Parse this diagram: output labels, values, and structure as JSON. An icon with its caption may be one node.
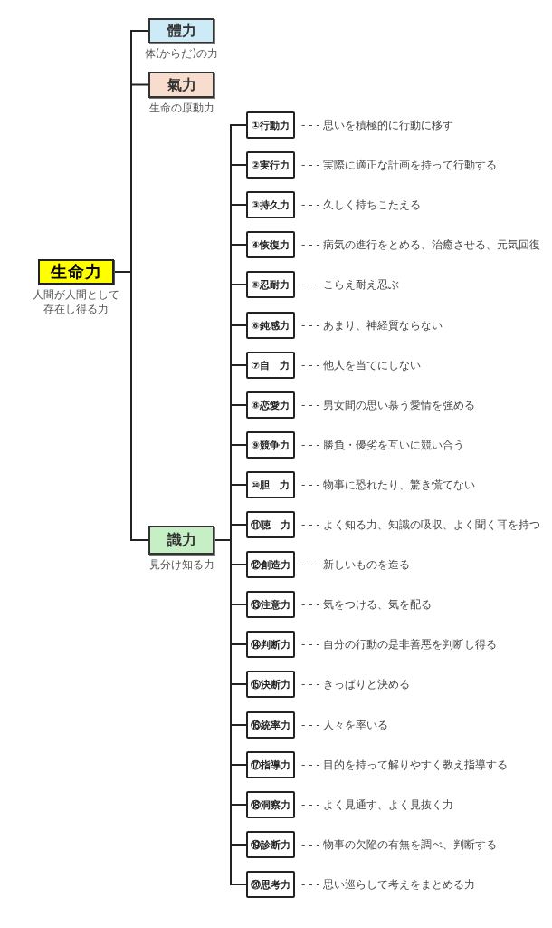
{
  "diagram": {
    "nodes": [
      {
        "text": [
          "生命力"
        ],
        "beside": [
          "人間が人間として存在し得る力"
        ]
      },
      {
        "text": [
          "體力"
        ],
        "beside": [
          "体(からだ)の力"
        ]
      },
      {
        "text": [
          "氣力"
        ],
        "beside": [
          "生命の原動力"
        ]
      },
      {
        "text": [
          "識力"
        ],
        "beside": [
          "見分け知る力"
        ]
      },
      {
        "text": [
          "①行動力"
        ],
        "beside": [
          "- - - 思いを積極的に行動に移す"
        ]
      },
      {
        "text": [
          "②実行力"
        ],
        "beside": [
          "- - - 実際に適正な計画を持って行動する"
        ]
      },
      {
        "text": [
          "③持久力"
        ],
        "beside": [
          "- - - 久しく持ちこたえる"
        ]
      },
      {
        "text": [
          "④恢復力"
        ],
        "beside": [
          "- - - 病気の進行をとめる、治癒させる、元気回復"
        ]
      },
      {
        "text": [
          "⑤忍耐力"
        ],
        "beside": [
          "- - - こらえ耐え忍ぶ"
        ]
      },
      {
        "text": [
          "⑥鈍感力"
        ],
        "beside": [
          "- - - あまり、神経質ならない"
        ]
      },
      {
        "text": [
          "⑦自　力"
        ],
        "beside": [
          "- - - 他人を当てにしない"
        ]
      },
      {
        "text": [
          "⑧恋愛力"
        ],
        "beside": [
          "- - - 男女間の思い慕う愛情を強める"
        ]
      },
      {
        "text": [
          "⑨競争力"
        ],
        "beside": [
          "- - - 勝負・優劣を互いに競い合う"
        ]
      },
      {
        "text": [
          "⑩胆　力"
        ],
        "beside": [
          "- - - 物事に恐れたり、驚き慌てない"
        ]
      },
      {
        "text": [
          "⑪聴　力"
        ],
        "beside": [
          "- - - よく知る力、知識の吸収、よく聞く耳を持つ"
        ]
      },
      {
        "text": [
          "⑫創造力"
        ],
        "beside": [
          "- - - 新しいものを造る"
        ]
      },
      {
        "text": [
          "⑬注意力"
        ],
        "beside": [
          "- - - 気をつける、気を配る"
        ]
      },
      {
        "text": [
          "⑭判断力"
        ],
        "beside": [
          "- - - 自分の行動の是非善悪を判断し得る"
        ]
      },
      {
        "text": [
          "⑮決断力"
        ],
        "beside": [
          "- - - きっぱりと決める"
        ]
      },
      {
        "text": [
          "⑯統率力"
        ],
        "beside": [
          "- - - 人々を率いる"
        ]
      },
      {
        "text": [
          "⑰指導力"
        ],
        "beside": [
          "- - - 目的を持って解りやすく教え指導する"
        ]
      },
      {
        "text": [
          "⑱洞察力"
        ],
        "beside": [
          "- - - よく見通す、よく見抜く力"
        ]
      },
      {
        "text": [
          "⑲診断力"
        ],
        "beside": [
          "- - - 物事の欠陥の有無を調べ、判断する"
        ]
      },
      {
        "text": [
          "⑳思考力"
        ],
        "beside": [
          "- - - 思い巡らして考えをまとめる力"
        ]
      }
    ],
    "edges": [
      {
        "from": 0,
        "to": 1,
        "arrow": "none"
      },
      {
        "from": 0,
        "to": 2,
        "arrow": "none"
      },
      {
        "from": 0,
        "to": 3,
        "arrow": "none"
      },
      {
        "from": 3,
        "to": 4,
        "arrow": "none"
      },
      {
        "from": 3,
        "to": 5,
        "arrow": "none"
      },
      {
        "from": 3,
        "to": 6,
        "arrow": "none"
      },
      {
        "from": 3,
        "to": 7,
        "arrow": "none"
      },
      {
        "from": 3,
        "to": 8,
        "arrow": "none"
      },
      {
        "from": 3,
        "to": 9,
        "arrow": "none"
      },
      {
        "from": 3,
        "to": 10,
        "arrow": "none"
      },
      {
        "from": 3,
        "to": 11,
        "arrow": "none"
      },
      {
        "from": 3,
        "to": 12,
        "arrow": "none"
      },
      {
        "from": 3,
        "to": 13,
        "arrow": "none"
      },
      {
        "from": 3,
        "to": 14,
        "arrow": "none"
      },
      {
        "from": 3,
        "to": 15,
        "arrow": "none"
      },
      {
        "from": 3,
        "to": 16,
        "arrow": "none"
      },
      {
        "from": 3,
        "to": 17,
        "arrow": "none"
      },
      {
        "from": 3,
        "to": 18,
        "arrow": "none"
      },
      {
        "from": 3,
        "to": 19,
        "arrow": "none"
      },
      {
        "from": 3,
        "to": 20,
        "arrow": "none"
      },
      {
        "from": 3,
        "to": 21,
        "arrow": "none"
      },
      {
        "from": 3,
        "to": 22,
        "arrow": "none"
      },
      {
        "from": 3,
        "to": 23,
        "arrow": "none"
      }
    ]
  }
}
